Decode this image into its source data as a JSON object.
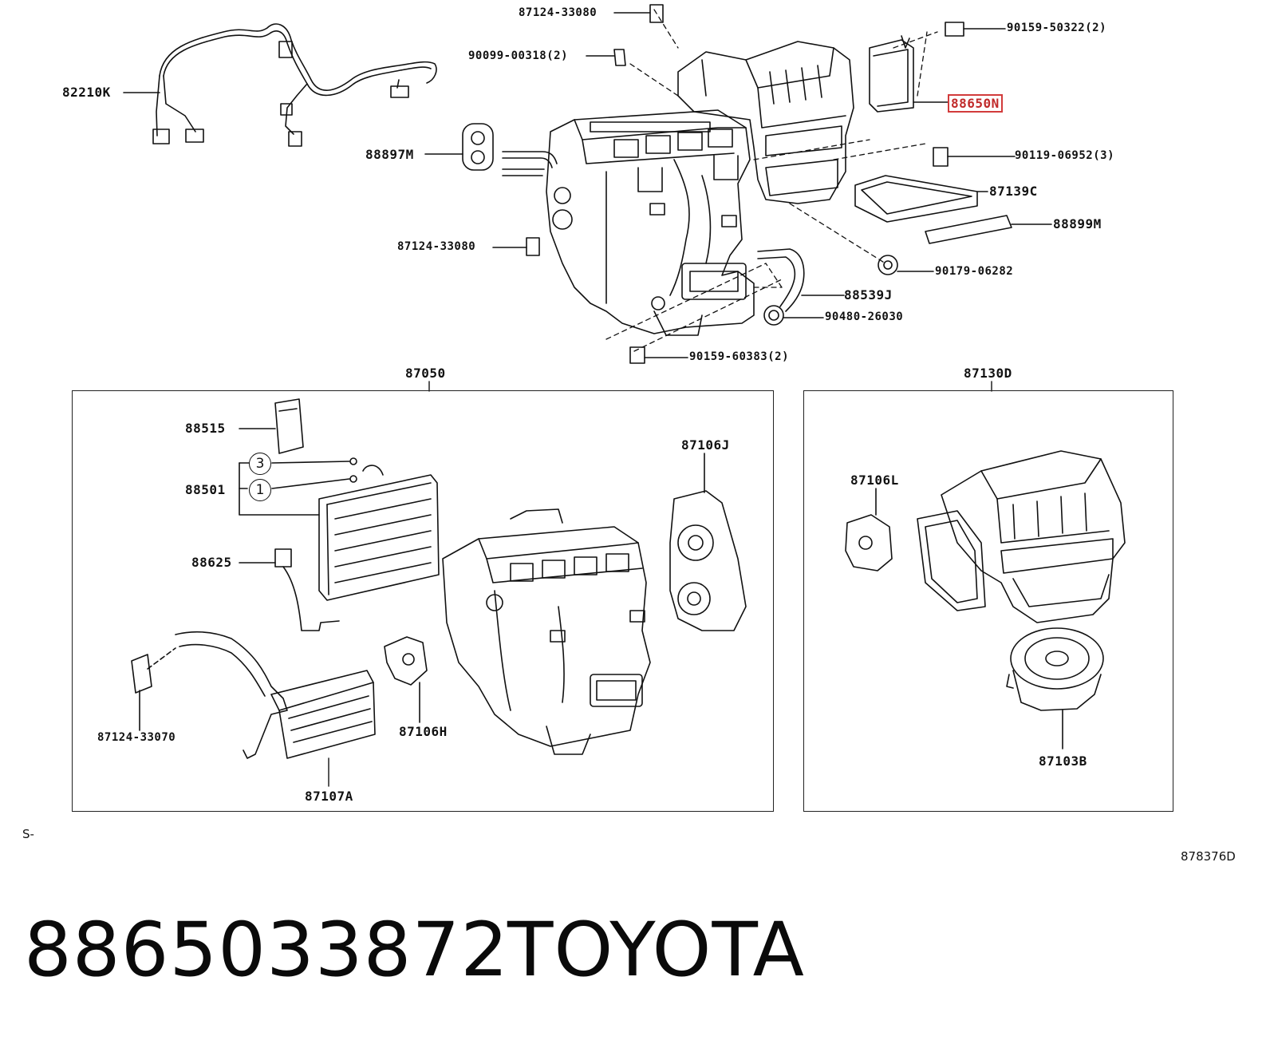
{
  "part_number": "8865033872",
  "brand": "TOYOTA",
  "diagram_ref": "878376D",
  "page_mark": "S-",
  "groups": {
    "left_box": "87050",
    "right_box": "87130D"
  },
  "callouts": {
    "c87124_33080_top": "87124-33080",
    "c90099_00318": "90099-00318(2)",
    "c82210K": "82210K",
    "c88897M": "88897M",
    "c87124_33080_mid": "87124-33080",
    "c90159_50322": "90159-50322(2)",
    "c88650N": "88650N",
    "c90119_06952": "90119-06952(3)",
    "c87139C": "87139C",
    "c88899M": "88899M",
    "c90179_06282": "90179-06282",
    "c88539J": "88539J",
    "c90480_26030": "90480-26030",
    "c90159_60383": "90159-60383(2)",
    "c88515": "88515",
    "c88501": "88501",
    "c88625": "88625",
    "c87124_33070": "87124-33070",
    "c87107A": "87107A",
    "c87106H": "87106H",
    "c87106J": "87106J",
    "c87106L": "87106L",
    "c87103B": "87103B",
    "circle_3": "3",
    "circle_1": "1"
  },
  "highlight_color": "#d23b3b"
}
